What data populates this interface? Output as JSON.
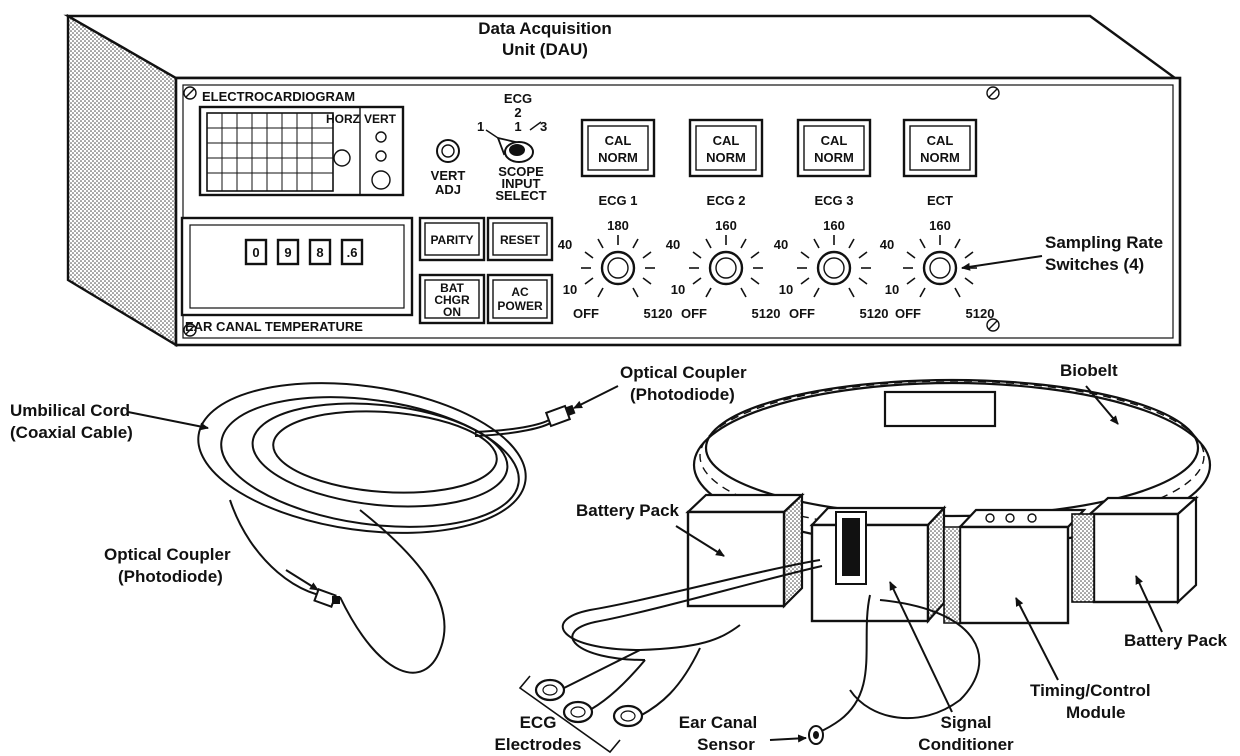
{
  "labels": {
    "dau_line1": "Data Acquisition",
    "dau_line2": "Unit (DAU)",
    "sampling_line1": "Sampling Rate",
    "sampling_line2": "Switches (4)",
    "umbilical_line1": "Umbilical Cord",
    "umbilical_line2": "(Coaxial Cable)",
    "optical_top_line1": "Optical Coupler",
    "optical_top_line2": "(Photodiode)",
    "optical_left_line1": "Optical Coupler",
    "optical_left_line2": "(Photodiode)",
    "biobelt": "Biobelt",
    "battery_pack_left": "Battery Pack",
    "battery_pack_right": "Battery Pack",
    "timing_line1": "Timing/Control",
    "timing_line2": "Module",
    "signal_line1": "Signal",
    "signal_line2": "Conditioner",
    "ear_sensor_line1": "Ear Canal",
    "ear_sensor_line2": "Sensor",
    "ecg_electrodes_line1": "ECG",
    "ecg_electrodes_line2": "Electrodes"
  },
  "panel": {
    "electrocardiogram": "ELECTROCARDIOGRAM",
    "horz": "HORZ",
    "vert": "VERT",
    "vert_adj_line1": "VERT",
    "vert_adj_line2": "ADJ",
    "ecg_selector_title": "ECG",
    "ecg_selector_2": "2",
    "ecg_selector_1_center": "1",
    "ecg_selector_1_left": "1",
    "ecg_selector_3": "3",
    "scope_line1": "SCOPE",
    "scope_line2": "INPUT",
    "scope_line3": "SELECT",
    "temperature_digits": [
      "0",
      "9",
      "8",
      ".6"
    ],
    "ear_canal_temperature": "EAR CANAL TEMPERATURE",
    "parity": "PARITY",
    "reset": "RESET",
    "bat_line1": "BAT",
    "bat_line2": "CHGR",
    "bat_line3": "ON",
    "ac_line1": "AC",
    "ac_line2": "POWER",
    "channels": [
      {
        "cal": "CAL",
        "norm": "NORM",
        "name": "ECG 1",
        "top": "180",
        "left": "40",
        "low": "10",
        "off": "OFF",
        "max": "5120"
      },
      {
        "cal": "CAL",
        "norm": "NORM",
        "name": "ECG 2",
        "top": "160",
        "left": "40",
        "low": "10",
        "off": "OFF",
        "max": "5120"
      },
      {
        "cal": "CAL",
        "norm": "NORM",
        "name": "ECG 3",
        "top": "160",
        "left": "40",
        "low": "10",
        "off": "OFF",
        "max": "5120"
      },
      {
        "cal": "CAL",
        "norm": "NORM",
        "name": "ECT",
        "top": "160",
        "left": "40",
        "low": "10",
        "off": "OFF",
        "max": "5120"
      }
    ]
  }
}
